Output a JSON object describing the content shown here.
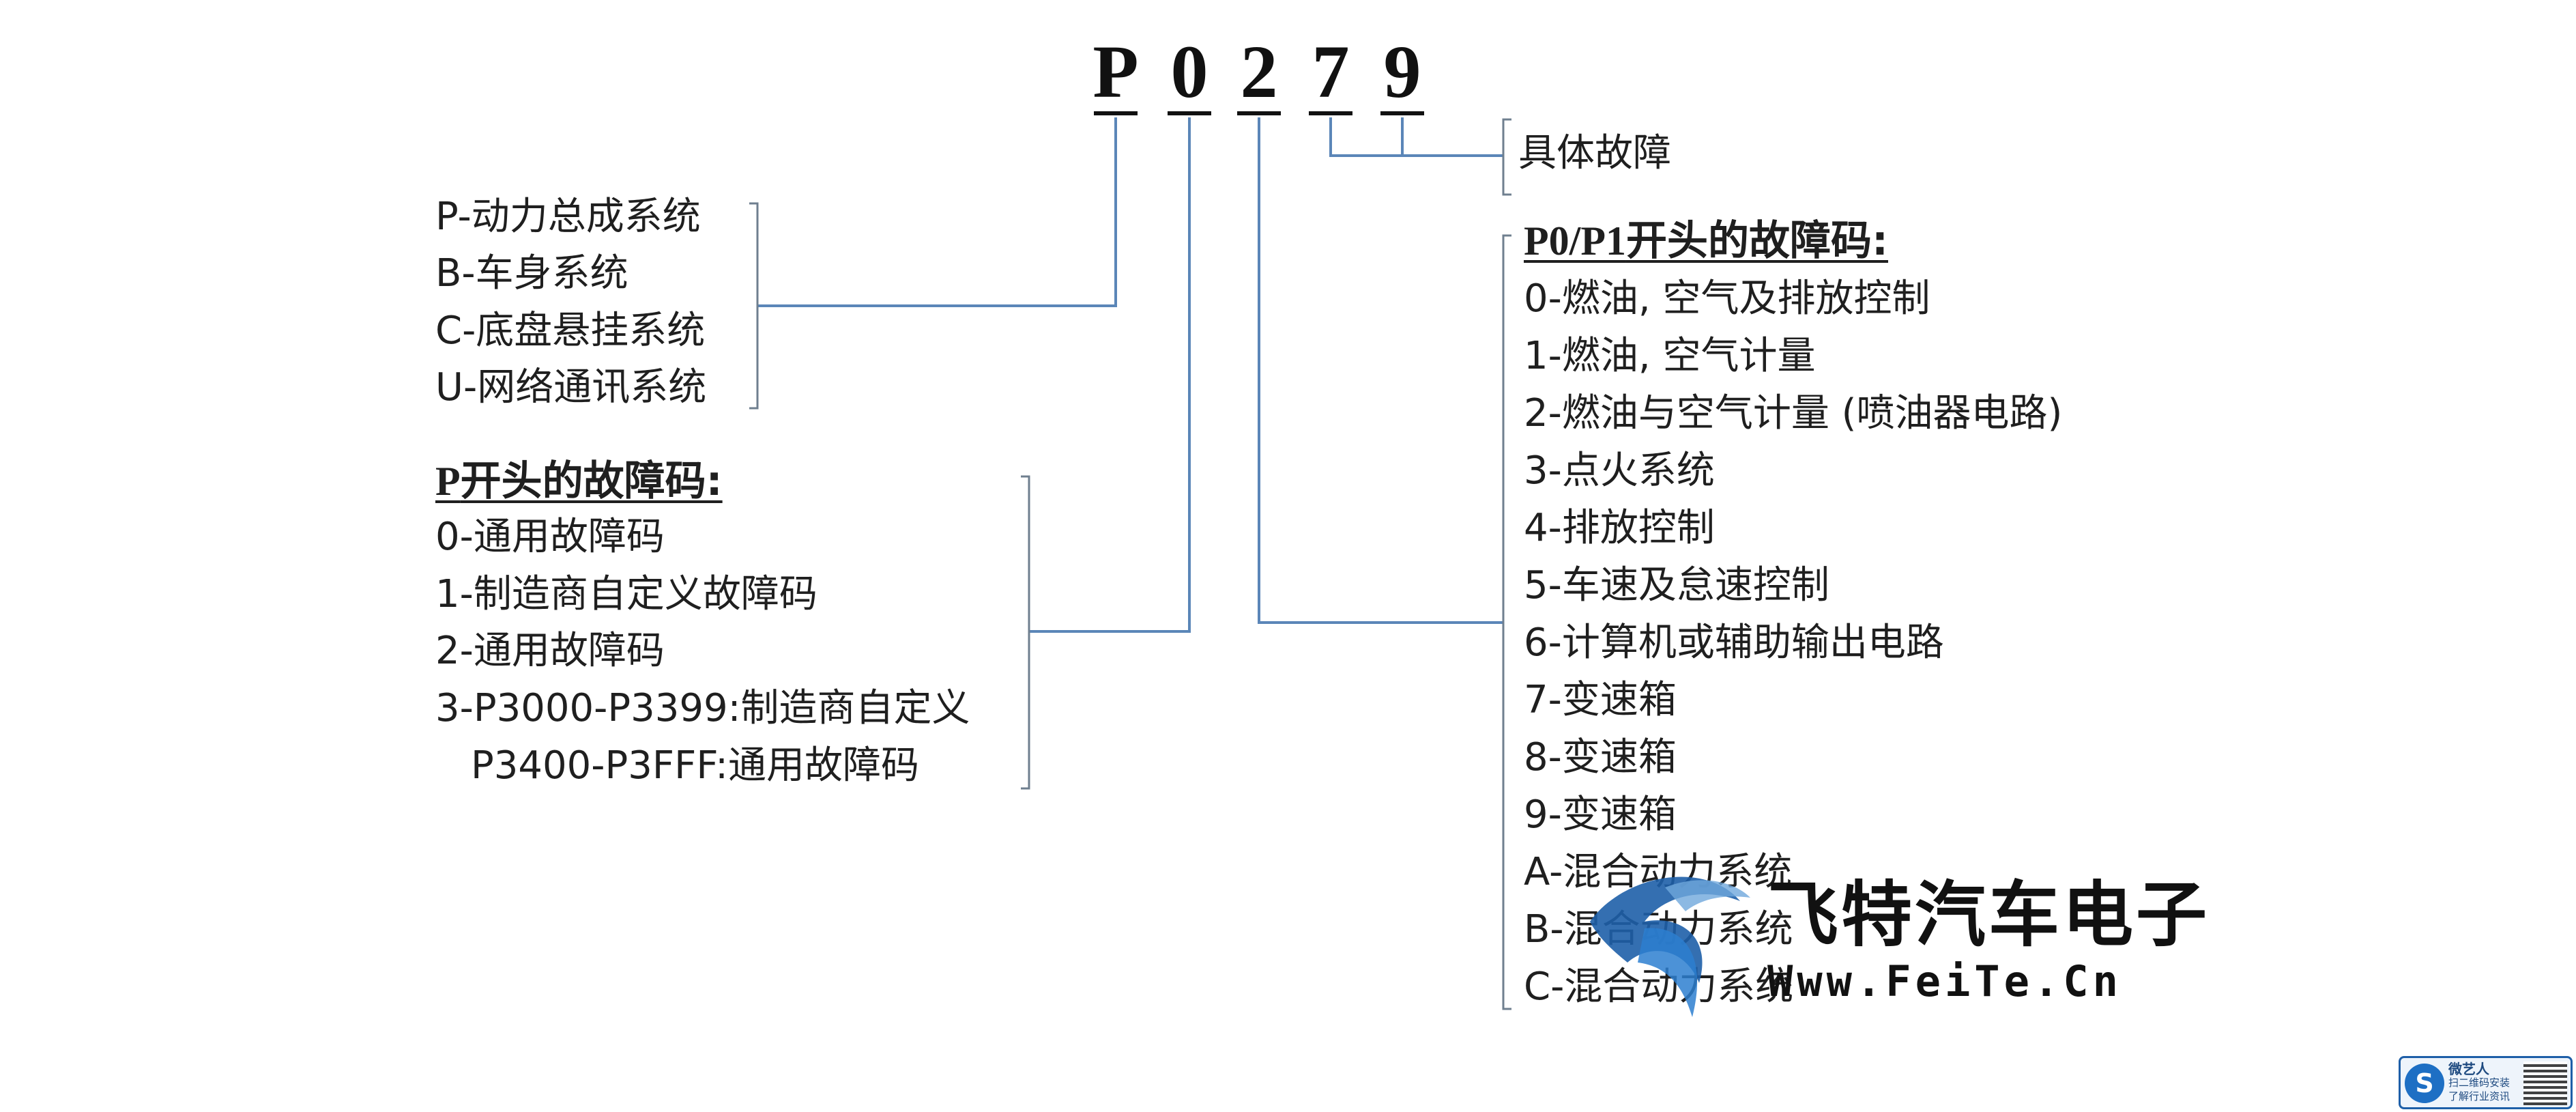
{
  "code": {
    "chars": [
      "P",
      "0",
      "2",
      "7",
      "9"
    ]
  },
  "right_top": {
    "label": "具体故障"
  },
  "left_top": {
    "items": [
      "P-动力总成系统",
      "B-车身系统",
      "C-底盘悬挂系统",
      "U-网络通讯系统"
    ]
  },
  "left_bottom": {
    "heading_prefix": "P",
    "heading_rest": "开头的故障码:",
    "items": [
      "0-通用故障码",
      "1-制造商自定义故障码",
      "2-通用故障码",
      "3-P3000-P3399:制造商自定义",
      "P3400-P3FFF:通用故障码"
    ]
  },
  "right_main": {
    "heading_prefix": "P0/P1",
    "heading_rest": "开头的故障码:",
    "items": [
      "0-燃油, 空气及排放控制",
      "1-燃油, 空气计量",
      "2-燃油与空气计量 (喷油器电路)",
      "3-点火系统",
      "4-排放控制",
      "5-车速及怠速控制",
      "6-计算机或辅助输出电路",
      "7-变速箱",
      "8-变速箱",
      "9-变速箱",
      "A-混合动力系统",
      "B-混合动力系统",
      "C-混合动力系统"
    ]
  },
  "watermark": {
    "brand": "飞特汽车电子",
    "url": "Www.FeiTe.Cn"
  },
  "badge": {
    "line1": "微艺人",
    "line2": "扫二维码安装",
    "line3": "了解行业资讯"
  },
  "colors": {
    "connector": "#5b86b8",
    "bracket": "#6f7f8f",
    "text": "#1f1f1f",
    "watermark_blue": "#1e5fa8"
  }
}
